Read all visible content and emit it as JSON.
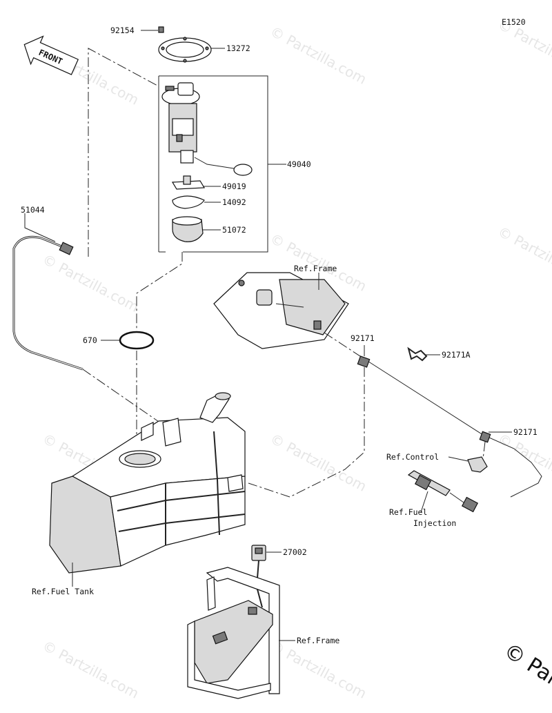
{
  "diagram_code": "E1520",
  "front_label": "FRONT",
  "watermark": "© Partzilla.com",
  "callouts": {
    "c92154": "92154",
    "c13272": "13272",
    "c49040": "49040",
    "c49019": "49019",
    "c14092": "14092",
    "c51072": "51072",
    "c51044": "51044",
    "c670": "670",
    "ref_frame_top": "Ref.Frame",
    "c92171_a": "92171",
    "c92171A": "92171A",
    "c92171_b": "92171",
    "ref_control": "Ref.Control",
    "ref_fuel_injection_1": "Ref.Fuel",
    "ref_fuel_injection_2": "Injection",
    "c27002": "27002",
    "ref_fuel_tank": "Ref.Fuel Tank",
    "ref_frame_bottom": "Ref.Frame"
  }
}
